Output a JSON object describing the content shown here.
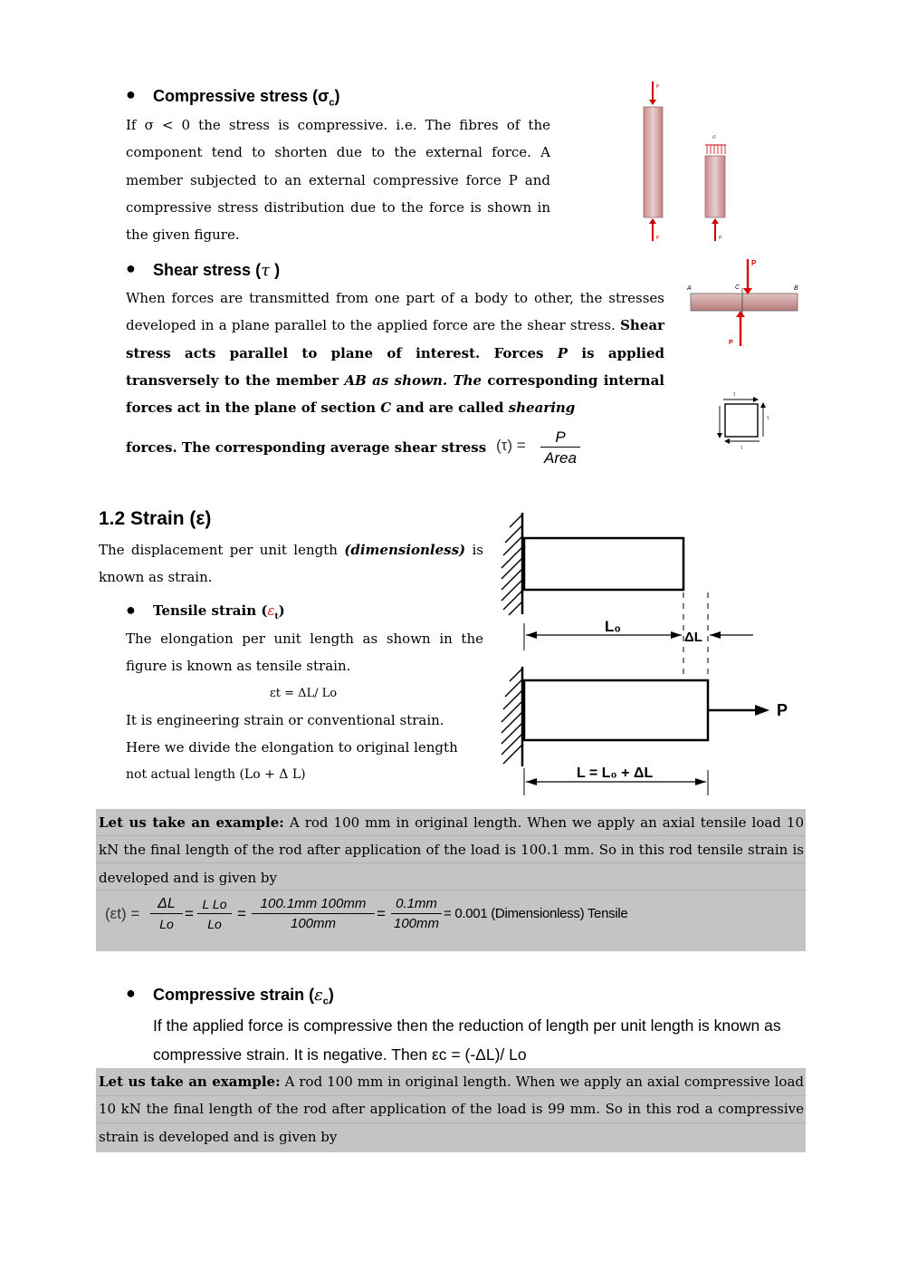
{
  "compressive_stress": {
    "heading": "Compressive stress (σ",
    "heading_sub": "c",
    "heading_close": ")",
    "body": "If σ < 0 the stress is compressive. i.e. The fibres of the component tend to shorten due to the external force. A member subjected to an external compressive force P and compressive stress distribution due to the force is shown in the given figure.",
    "fig_labels": {
      "top_force": "P",
      "sigma": "σ",
      "bottom_left": "P",
      "bottom_right": "P"
    }
  },
  "shear_stress": {
    "heading": "Shear stress (",
    "heading_symbol": "τ",
    "heading_close": ")",
    "line1": "When forces are transmitted from one part of a body to other, the stresses developed in a plane parallel to the applied force are the shear stress. ",
    "bold_part": "Shear stress acts parallel to plane of interest. Forces ",
    "bold_p": "P",
    "bold_part2": " is applied transversely to the member ",
    "bold_ab": "AB as shown. The",
    "bold_part3": " corresponding internal forces act in the plane of section ",
    "bold_c": "C",
    "bold_part4": " and are called ",
    "bold_shearing": "shearing",
    "formula_lead": "forces. The corresponding average shear stress",
    "formula_lhs": "(τ) =",
    "formula_num": "P",
    "formula_den": "Area",
    "fig_labels": {
      "a": "A",
      "c": "C",
      "b": "B",
      "p_top": "P",
      "p_bottom": "P",
      "tau_top": "τ",
      "tau_right": "τ",
      "tau_bottom": "τ"
    }
  },
  "strain": {
    "heading": "1.2 Strain (ε)",
    "intro_1": "The displacement per unit length ",
    "intro_bold": "(dimensionless)",
    "intro_2": " is known as strain.",
    "fig_labels": {
      "l0": "L₀",
      "dl": "ΔL",
      "p": "P",
      "l_eq": "L = L₀ + ΔL"
    }
  },
  "tensile_strain": {
    "heading": "Tensile strain (",
    "heading_symbol": "ε",
    "heading_sub": "t",
    "heading_close": ")",
    "body": "The elongation per unit length as shown in the figure is known as tensile strain.",
    "formula": "εt = ΔL/ Lo",
    "line2": "It is engineering strain or conventional strain.",
    "line3": "Here we divide the elongation to original length",
    "line4": "not actual length (Lo + Δ L)"
  },
  "example1": {
    "lead": "Let us take an example:",
    "text": " A rod 100 mm in original length. When we apply an axial tensile load 10 kN the final length of the rod after application of the load is 100.1 mm. So in this rod tensile strain is developed and is given by",
    "eq_lhs": "(εt) =",
    "eq_f1_num": "ΔL",
    "eq_f1_den": "Lo",
    "eq_f2_num": "L  Lo",
    "eq_f2_den": "Lo",
    "eq_f3_num": "100.1mm  100mm",
    "eq_f3_den": "100mm",
    "eq_f4_num": "0.1mm",
    "eq_f4_den": "100mm",
    "eq_result": "= 0.001 (Dimensionless) Tensile"
  },
  "compressive_strain": {
    "heading": "Compressive strain (",
    "heading_symbol": "ε",
    "heading_sub": "c",
    "heading_close": ")",
    "body": "If the applied force is compressive then the reduction of length per unit length is known as compressive strain.  It is negative. Then εc = (-ΔL)/ Lo"
  },
  "example2": {
    "lead": "Let us take an example:",
    "text": " A rod 100 mm in original length. When we apply an axial compressive load 10 kN the final length of the rod after application of the load is 99 mm. So in this rod a compressive strain is developed and is given by"
  }
}
